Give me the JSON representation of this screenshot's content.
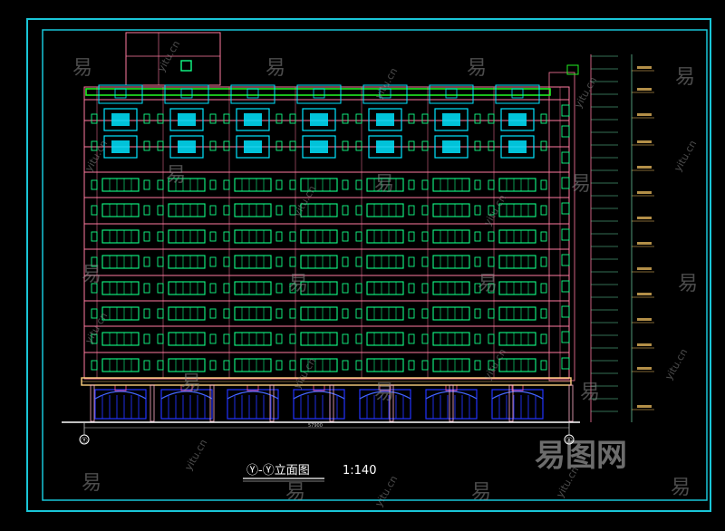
{
  "drawing": {
    "title": "Ⓨ-Ⓨ立面图",
    "scale": "1:140",
    "grid_axis_left": "Ⓨ",
    "grid_axis_right": "Ⓨ",
    "overall_dimension": "57900"
  },
  "watermark": {
    "char": "易",
    "site": "yitu.cn",
    "logo": "易图网"
  },
  "colors": {
    "frame": "#19c6d8",
    "building_outline": "#ff7aa0",
    "window": "#11ff88",
    "glazing": "#00e5ff",
    "shopfront": "#2233ff",
    "roof_green": "#22ee22",
    "ground": "#ffffff"
  }
}
